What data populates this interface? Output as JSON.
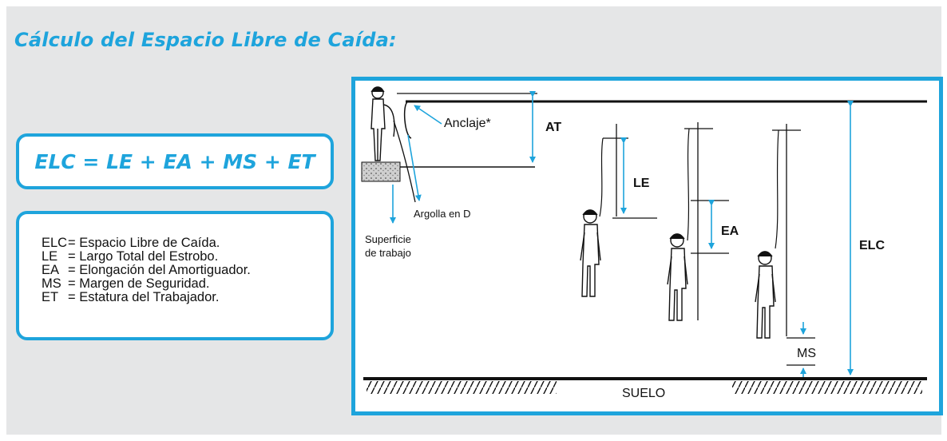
{
  "title": "Cálculo del Espacio Libre de Caída:",
  "formula": "ELC = LE + EA + MS + ET",
  "legend": [
    {
      "abbr": "ELC",
      "def": "= Espacio Libre de Caída."
    },
    {
      "abbr": "LE",
      "def": "= Largo Total del Estrobo."
    },
    {
      "abbr": "EA",
      "def": "= Elongación del Amortiguador."
    },
    {
      "abbr": "MS",
      "def": "= Margen de Seguridad."
    },
    {
      "abbr": "ET",
      "def": "= Estatura del Trabajador."
    }
  ],
  "diagram": {
    "anclaje": "Anclaje*",
    "at": "AT",
    "argolla": "Argolla en D",
    "superficie_line1": "Superficie",
    "superficie_line2": "de trabajo",
    "le": "LE",
    "ea": "EA",
    "elc": "ELC",
    "ms": "MS",
    "suelo": "SUELO"
  },
  "colors": {
    "accent": "#1ea4dc",
    "panel": "#e5e6e7",
    "ink": "#111111"
  }
}
